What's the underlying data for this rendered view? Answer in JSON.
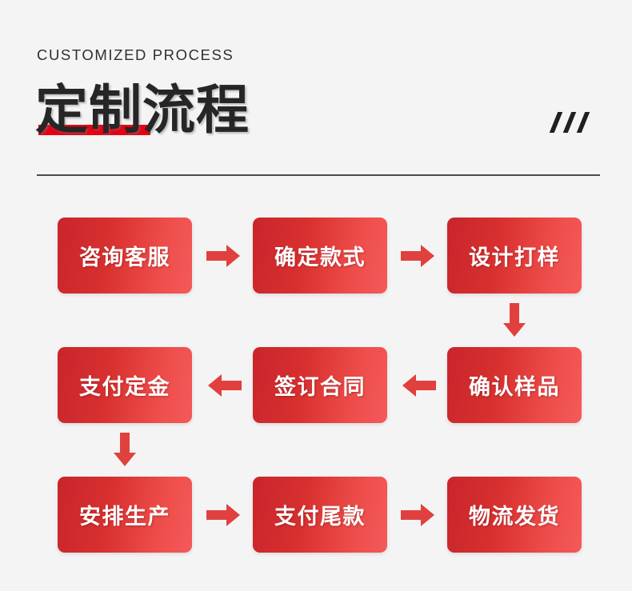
{
  "header": {
    "eyebrow": "CUSTOMIZED PROCESS",
    "title": "定制流程",
    "decoration": "three-slashes"
  },
  "flow": {
    "rows": [
      {
        "row": 1,
        "direction": "left-to-right",
        "nodes": [
          {
            "id": "step-1",
            "label": "咨询客服"
          },
          {
            "id": "step-2",
            "label": "确定款式"
          },
          {
            "id": "step-3",
            "label": "设计打样"
          }
        ]
      },
      {
        "row": 2,
        "direction": "right-to-left",
        "nodes": [
          {
            "id": "step-6",
            "label": "支付定金"
          },
          {
            "id": "step-5",
            "label": "签订合同"
          },
          {
            "id": "step-4",
            "label": "确认样品"
          }
        ]
      },
      {
        "row": 3,
        "direction": "left-to-right",
        "nodes": [
          {
            "id": "step-7",
            "label": "安排生产"
          },
          {
            "id": "step-8",
            "label": "支付尾款"
          },
          {
            "id": "step-9",
            "label": "物流发货"
          }
        ]
      }
    ],
    "connectors": [
      {
        "id": "conn-1-2",
        "icon": "arrow-right-icon"
      },
      {
        "id": "conn-2-3",
        "icon": "arrow-right-icon"
      },
      {
        "id": "conn-3-4",
        "icon": "arrow-down-icon"
      },
      {
        "id": "conn-4-5",
        "icon": "arrow-left-icon"
      },
      {
        "id": "conn-5-6",
        "icon": "arrow-left-icon"
      },
      {
        "id": "conn-6-7",
        "icon": "arrow-down-icon"
      },
      {
        "id": "conn-7-8",
        "icon": "arrow-right-icon"
      },
      {
        "id": "conn-8-9",
        "icon": "arrow-right-icon"
      }
    ]
  },
  "colors": {
    "background": "#f4f4f4",
    "accent_red": "#e0413f",
    "underline_red": "#e60012",
    "node_gradient_start": "#c8252c",
    "node_gradient_end": "#f4595a",
    "title_text": "#262626",
    "divider": "#4a4a4a"
  }
}
